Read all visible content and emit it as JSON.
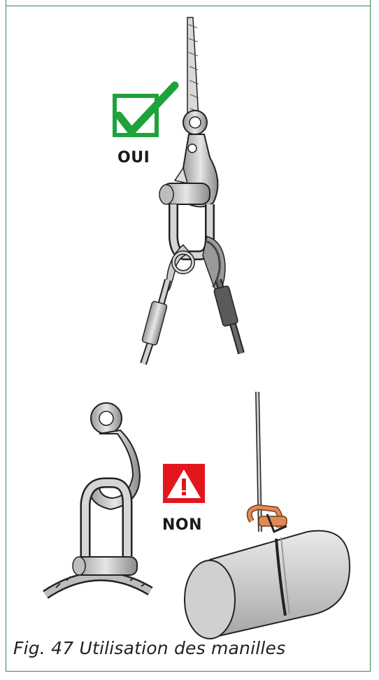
{
  "figure": {
    "label_yes": "OUI",
    "label_no": "NON",
    "caption": "Fig. 47 Utilisation des manilles"
  },
  "colors": {
    "frame": "#2f8a5a",
    "check_green": "#1ea23c",
    "warning_red": "#e3161e",
    "shackle_orange": "#e08a5a",
    "metal_gray": "#c8c8c8"
  },
  "icons": [
    "check-mark-icon",
    "warning-icon"
  ]
}
